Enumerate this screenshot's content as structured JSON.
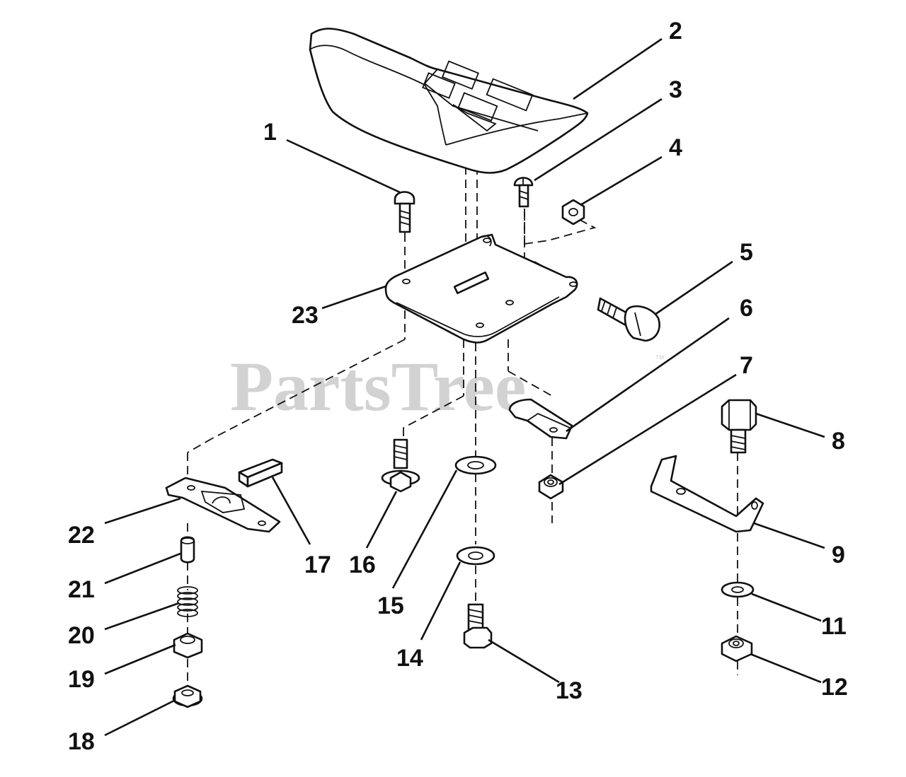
{
  "watermark": {
    "text": "PartsTree",
    "tm": "™"
  },
  "callouts": [
    "1",
    "2",
    "3",
    "4",
    "5",
    "6",
    "7",
    "8",
    "9",
    "11",
    "12",
    "13",
    "14",
    "15",
    "16",
    "17",
    "18",
    "19",
    "20",
    "21",
    "22",
    "23"
  ]
}
